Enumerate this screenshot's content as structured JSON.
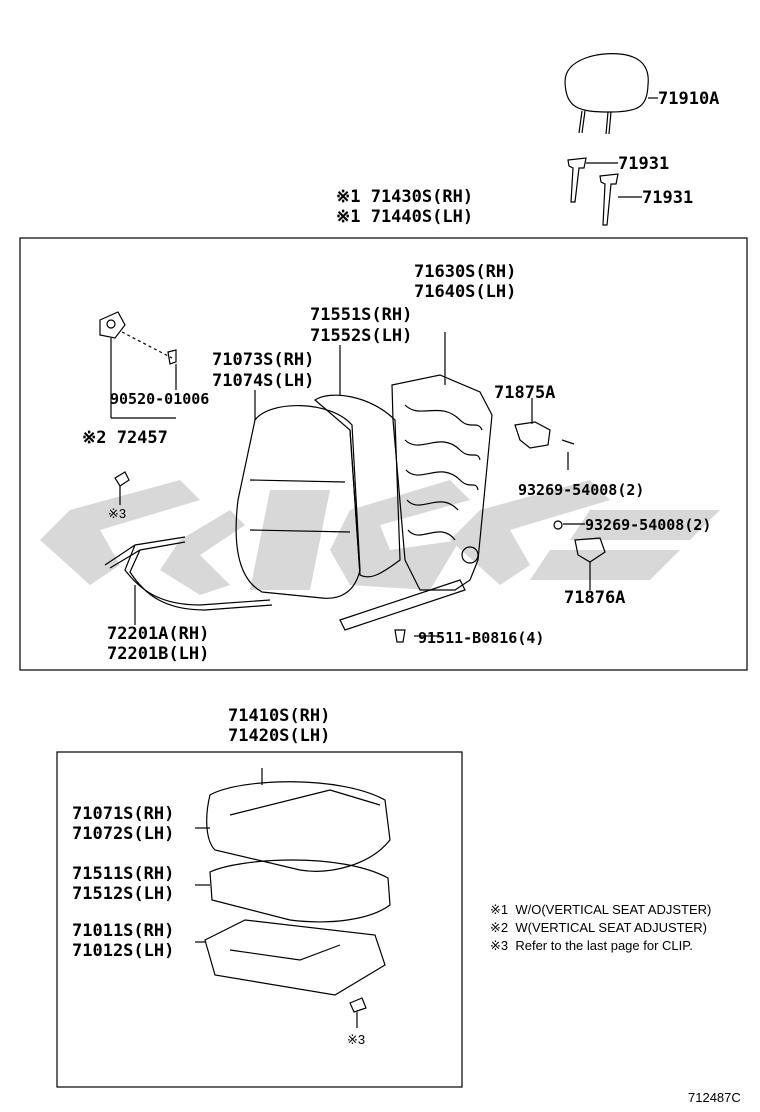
{
  "labels": {
    "headrest": "71910A",
    "support_1": "71931",
    "support_2": "71931",
    "back_assy_rh": "※1 71430S(RH)",
    "back_assy_lh": "※1 71440S(LH)",
    "frame_rh": "71630S(RH)",
    "frame_lh": "71640S(LH)",
    "pad_rh": "71551S(RH)",
    "pad_lh": "71552S(LH)",
    "cover_rh": "71073S(RH)",
    "cover_lh": "71074S(LH)",
    "cover_lower": "71875A",
    "cover_lower_2": "71876A",
    "screw_1": "93269-54008(2)",
    "screw_2": "93269-54008(2)",
    "knob_screw": "90520-01006",
    "knob": "※2 72457",
    "clip_1": "※3",
    "rod_rh": "72201A(RH)",
    "rod_lh": "72201B(LH)",
    "bolt": "91511-B0816(4)",
    "cushion_assy_rh": "71410S(RH)",
    "cushion_assy_lh": "71420S(LH)",
    "cushion_cover_rh": "71071S(RH)",
    "cushion_cover_lh": "71072S(LH)",
    "cushion_pad_rh": "71511S(RH)",
    "cushion_pad_lh": "71512S(LH)",
    "cushion_frame_rh": "71011S(RH)",
    "cushion_frame_lh": "71012S(LH)",
    "clip_2": "※3"
  },
  "notes": {
    "n1": "※1  W/O(VERTICAL SEAT ADJSTER)",
    "n2": "※2  W(VERTICAL SEAT ADJUSTER)",
    "n3": "※3  Refer to the last page for CLIP."
  },
  "figure_code": "712487C"
}
